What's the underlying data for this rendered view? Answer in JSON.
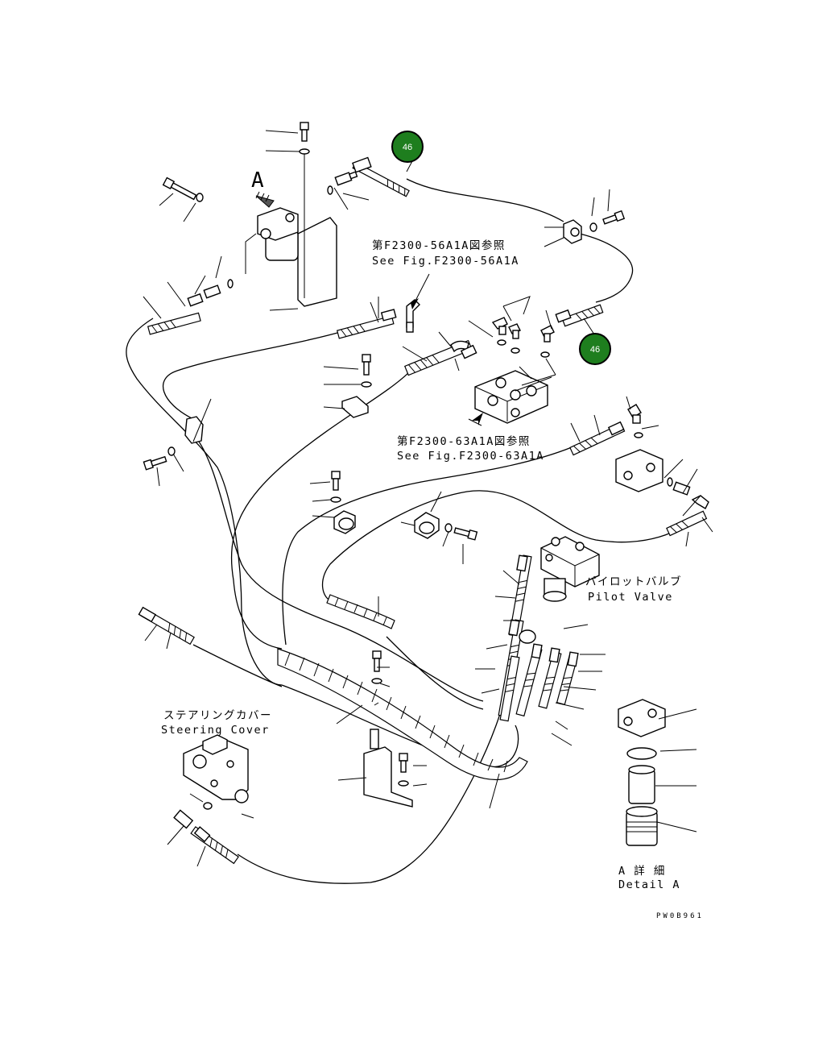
{
  "callouts": [
    {
      "label": "46"
    },
    {
      "label": "46"
    }
  ],
  "labels": {
    "view_letter": "A",
    "ref_56_jp": "第F2300-56A1A図参照",
    "ref_56_en": "See Fig.F2300-56A1A",
    "ref_63_jp": "第F2300-63A1A図参照",
    "ref_63_en": "See Fig.F2300-63A1A",
    "pilot_jp": "パイロットバルブ",
    "pilot_en": "Pilot Valve",
    "steering_jp": "ステアリングカバー",
    "steering_en": "Steering Cover",
    "detail_jp": "A 詳 細",
    "detail_en": "Detail A",
    "drawing_no": "PW0B961"
  }
}
